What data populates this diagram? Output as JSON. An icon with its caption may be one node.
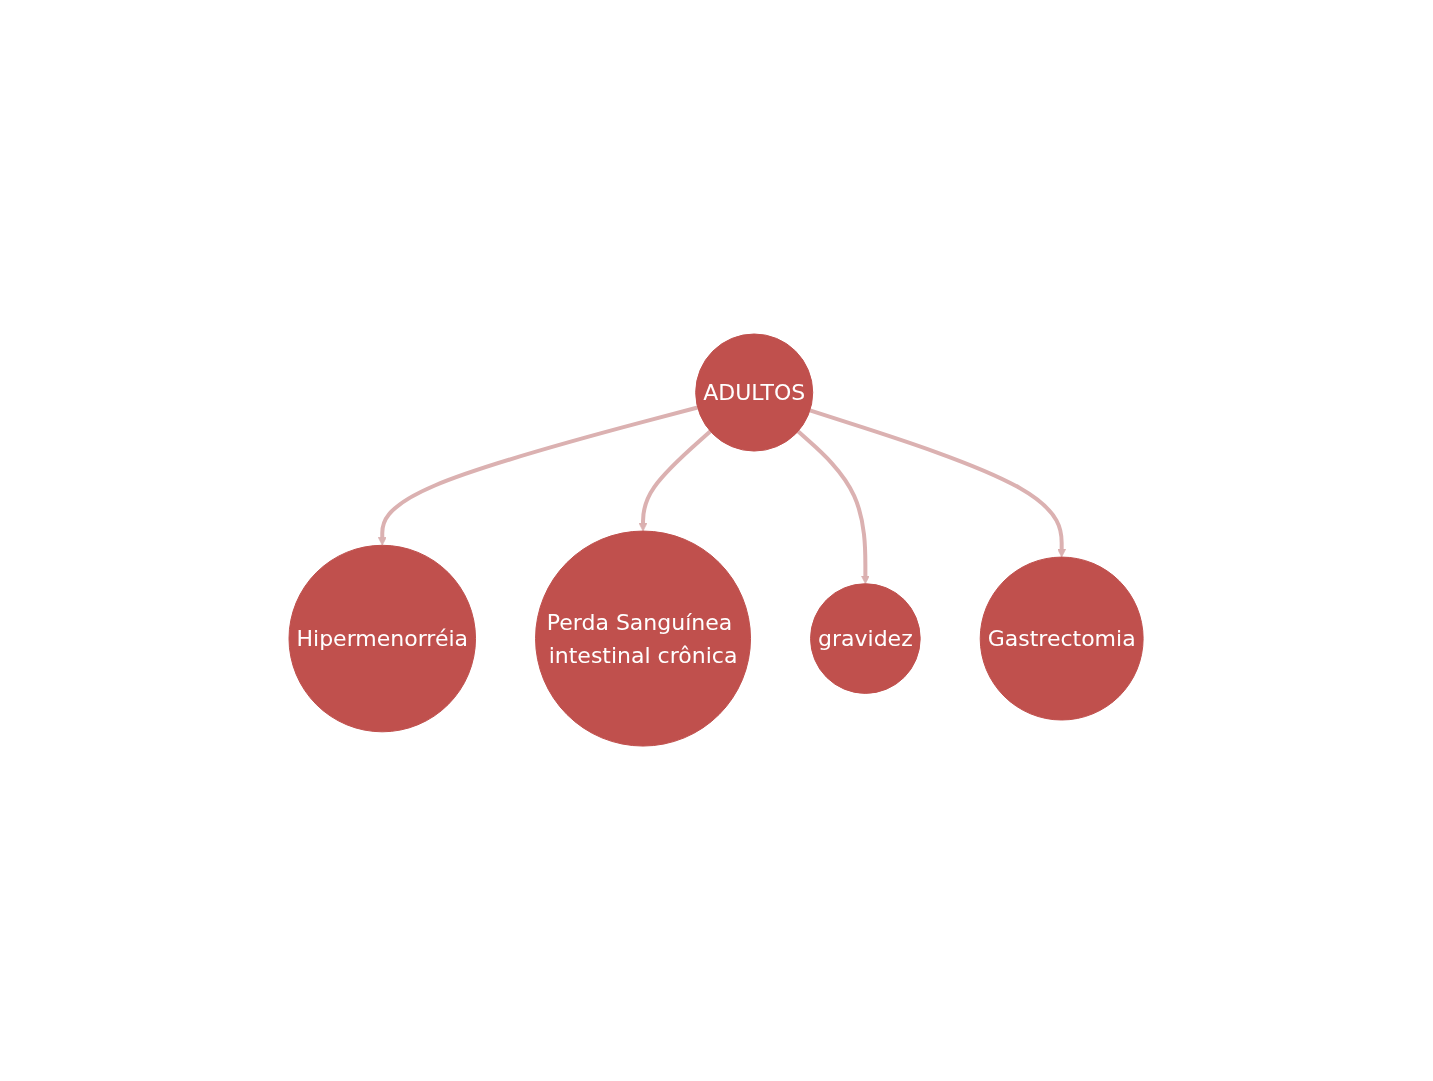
{
  "diagram": {
    "nodes": [
      {
        "text": [
          "Hipermenorréia"
        ]
      },
      {
        "text": [
          "Perda Sanguínea intestinal crônica"
        ]
      },
      {
        "text": [
          "ADULTOS"
        ]
      },
      {
        "text": [
          "gravidez"
        ]
      },
      {
        "text": [
          "Gastrectomia"
        ]
      }
    ],
    "edges": [
      {
        "from": 2,
        "to": 0,
        "arrow": "to"
      },
      {
        "from": 2,
        "to": 1,
        "arrow": "to"
      },
      {
        "from": 2,
        "to": 3,
        "arrow": "to"
      },
      {
        "from": 2,
        "to": 4,
        "arrow": "to"
      }
    ]
  }
}
